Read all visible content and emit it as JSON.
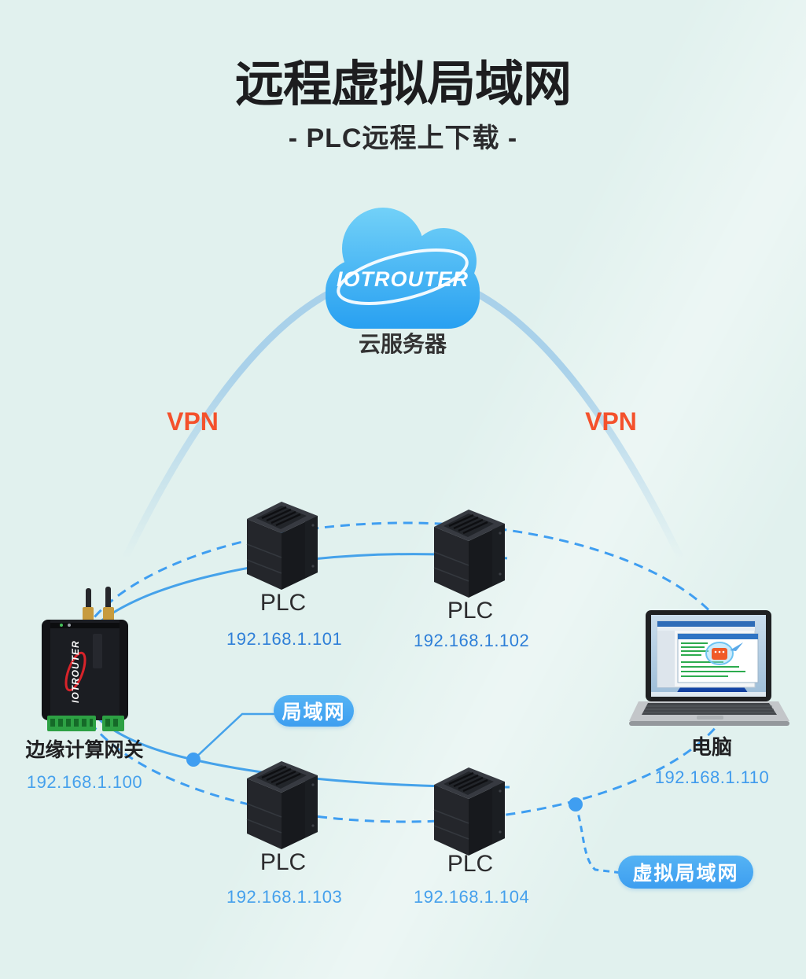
{
  "title": "远程虚拟局域网",
  "subtitle": "-  PLC远程上下载  -",
  "cloud": {
    "brand": "IOTROUTER",
    "label": "云服务器"
  },
  "vpn": {
    "left": "VPN",
    "right": "VPN"
  },
  "badges": {
    "lan": "局域网",
    "vlan": "虚拟局域网"
  },
  "gateway": {
    "label": "边缘计算网关",
    "ip": "192.168.1.100"
  },
  "computer": {
    "label": "电脑",
    "ip": "192.168.1.110"
  },
  "plcs": [
    {
      "label": "PLC",
      "ip": "192.168.1.101"
    },
    {
      "label": "PLC",
      "ip": "192.168.1.102"
    },
    {
      "label": "PLC",
      "ip": "192.168.1.103"
    },
    {
      "label": "PLC",
      "ip": "192.168.1.104"
    }
  ],
  "colors": {
    "background": "#e1f1ee",
    "title_text": "#1d1d1f",
    "vpn_text": "#f4512c",
    "vlan_dashed_line": "#3f9ef1",
    "lan_solid_line": "#45a2ea",
    "vpn_arc": "#a9d1ea",
    "pill_blue": "#46a8f2",
    "ip_dark_blue": "#2e7fd8",
    "ip_light_blue": "#45a0ec",
    "cloud_gradient_top": "#6fd0f7",
    "cloud_gradient_bottom": "#28a0f1"
  }
}
